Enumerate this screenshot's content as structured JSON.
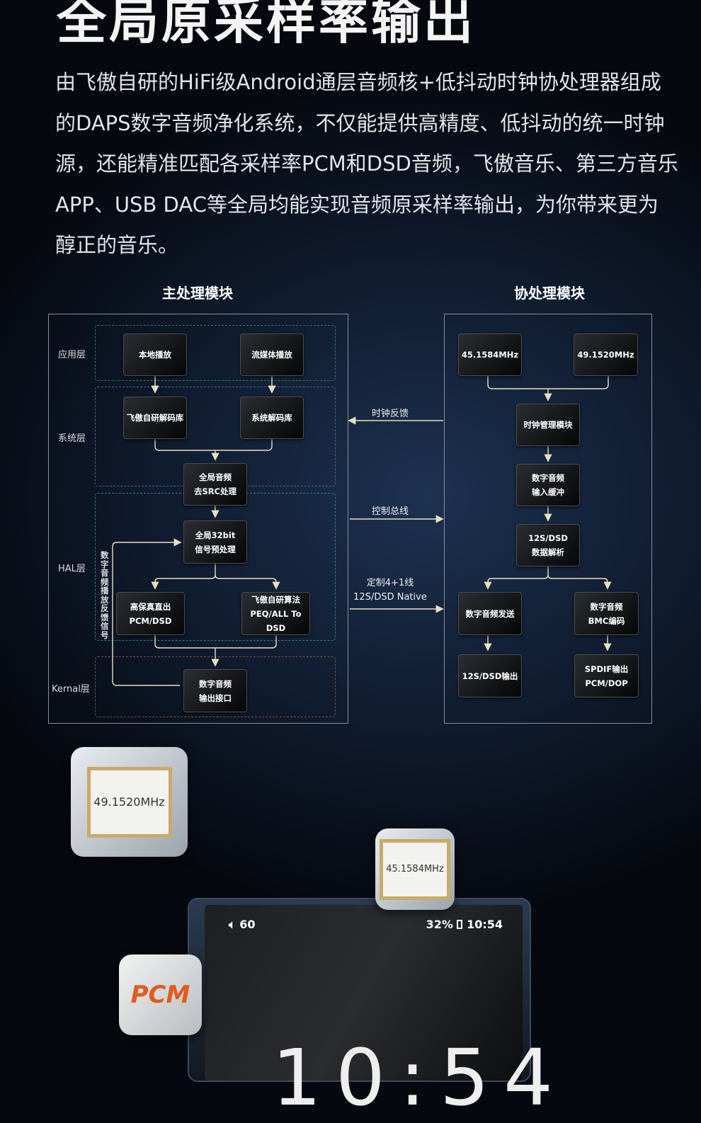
{
  "title": "全局原采样率输出",
  "intro": "由飞傲自研的HiFi级Android通层音频核+低抖动时钟协处理器组成的DAPS数字音频净化系统，不仅能提供高精度、低抖动的统一时钟源，还能精准匹配各采样率PCM和DSD音频，飞傲音乐、第三方音乐APP、USB DAC等全局均能实现音频原采样率输出，为你带来更为醇正的音乐。",
  "main_module": {
    "title": "主处理模块",
    "layers": [
      "应用层",
      "系统层",
      "HAL层",
      "Kernal层"
    ],
    "boxes": {
      "local_play": "本地播放",
      "stream_play": "流媒体播放",
      "fiio_decoder": "飞傲自研解码库",
      "sys_decoder": "系统解码库",
      "src_1": "全局音频",
      "src_2": "去SRC处理",
      "pre_1": "全局32bit",
      "pre_2": "信号预处理",
      "direct_1": "高保真直出",
      "direct_2": "PCM/DSD",
      "algo_1": "飞傲自研算法",
      "algo_2": "PEQ/ALL To DSD",
      "out_1": "数字音频",
      "out_2": "输出接口"
    },
    "feedback": "数字音频播放反馈信号"
  },
  "links": {
    "clock_feedback": "时钟反馈",
    "control_bus": "控制总线",
    "custom_1": "定制4+1线",
    "custom_2": "12S/DSD Native"
  },
  "co_module": {
    "title": "协处理模块",
    "boxes": {
      "osc1": "45.1584MHz",
      "osc2": "49.1520MHz",
      "clock_mgmt": "时钟管理模块",
      "buf_1": "数字音频",
      "buf_2": "输入缓冲",
      "parse_1": "12S/DSD",
      "parse_2": "数据解析",
      "send": "数字音频发送",
      "bmc_1": "数字音频",
      "bmc_2": "BMC编码",
      "i2s_out": "12S/DSD输出",
      "spdif_1": "SPDIF输出",
      "spdif_2": "PCM/DOP"
    }
  },
  "chips": {
    "a": "49.1520MHz",
    "b": "45.1584MHz",
    "pcm": "PCM"
  },
  "device": {
    "volume": "60",
    "battery": "32%",
    "time": "10:54",
    "clock": "10:54"
  }
}
